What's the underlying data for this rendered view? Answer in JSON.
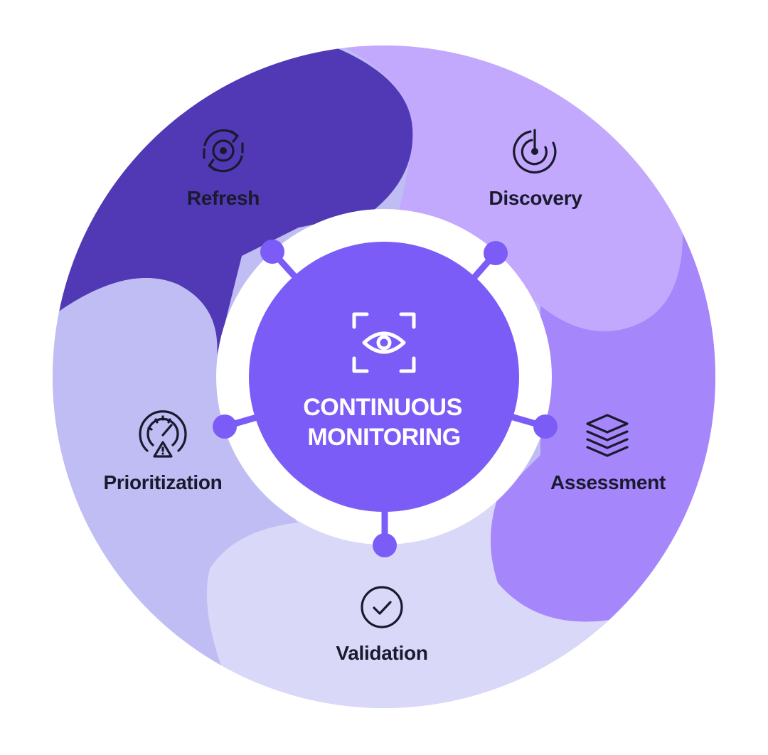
{
  "center": {
    "line1": "CONTINUOUS",
    "line2": "MONITORING",
    "icon": "eye-scan-icon"
  },
  "stages": [
    {
      "key": "refresh",
      "label": "Refresh",
      "icon": "refresh-target-icon"
    },
    {
      "key": "discovery",
      "label": "Discovery",
      "icon": "radar-icon"
    },
    {
      "key": "assessment",
      "label": "Assessment",
      "icon": "layers-icon"
    },
    {
      "key": "validation",
      "label": "Validation",
      "icon": "check-circle-icon"
    },
    {
      "key": "prioritization",
      "label": "Prioritization",
      "icon": "gauge-warning-icon"
    }
  ],
  "colors": {
    "refresh": "#5139b5",
    "discovery": "#c2a9fd",
    "assessment": "#a686fb",
    "validation": "#d9d8f9",
    "prioritization": "#bfbdf3",
    "center": "#7b5cf7",
    "connector": "#7b5cf7",
    "ring": "#ffffff",
    "text": "#1a1a2e"
  }
}
